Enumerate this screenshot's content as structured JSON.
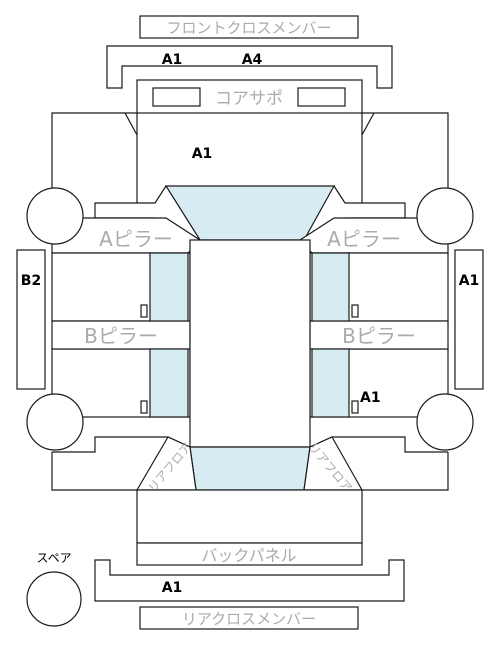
{
  "panels": {
    "front_cross_member": "フロントクロスメンバー",
    "core_support": "コアサポ",
    "a_pillar_left": "Aピラー",
    "a_pillar_right": "Aピラー",
    "b_pillar_left": "Bピラー",
    "b_pillar_right": "Bピラー",
    "rear_left": "リアフロア",
    "rear_right": "リアフロア",
    "back_panel": "バックパネル",
    "rear_cross_member": "リアクロスメンバー",
    "spare": "スペア"
  },
  "codes": {
    "front_member_left": "A1",
    "front_member_right": "A4",
    "hood": "A1",
    "left_side": "B2",
    "right_side": "A1",
    "right_rear_door": "A1",
    "rear_member": "A1"
  },
  "colors": {
    "glass": "#d6ecf2",
    "label_gray": "#ababab",
    "outline": "#1a1a1a"
  }
}
